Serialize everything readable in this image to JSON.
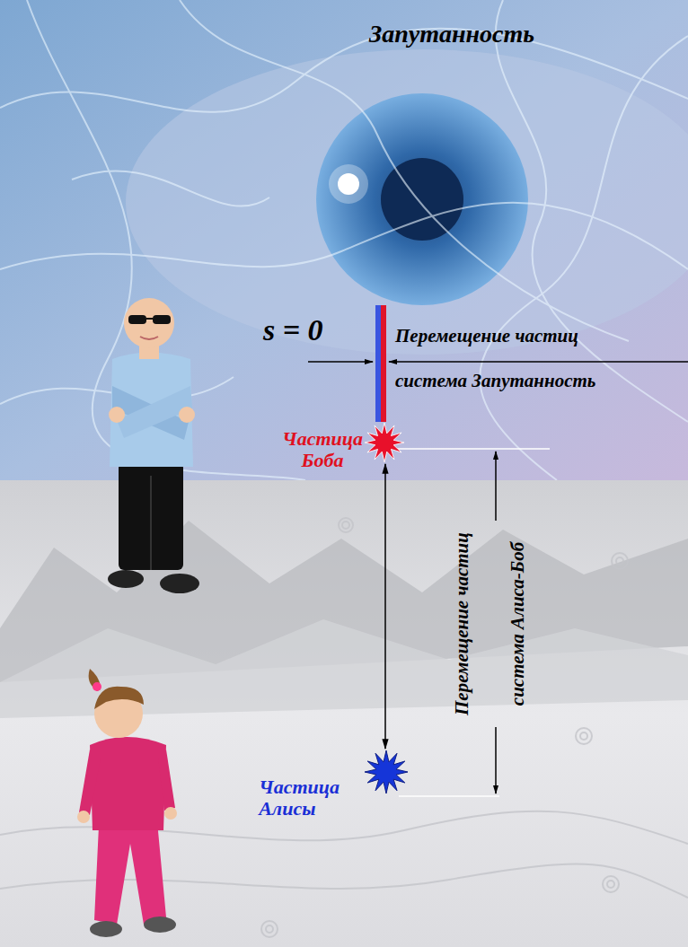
{
  "diagram": {
    "title": "Запутанность",
    "nodes": [
      {
        "text": [
          "Частица Боба"
        ]
      },
      {
        "text": [
          "Частица Алисы"
        ]
      }
    ],
    "edges": [
      {
        "from": 0,
        "to": 1,
        "arrow": "both"
      }
    ],
    "labels": [
      "s = 0",
      "Перемещение частиц",
      "система Запутанность",
      "Перемещение частиц",
      "система Алиса-Боб"
    ]
  }
}
